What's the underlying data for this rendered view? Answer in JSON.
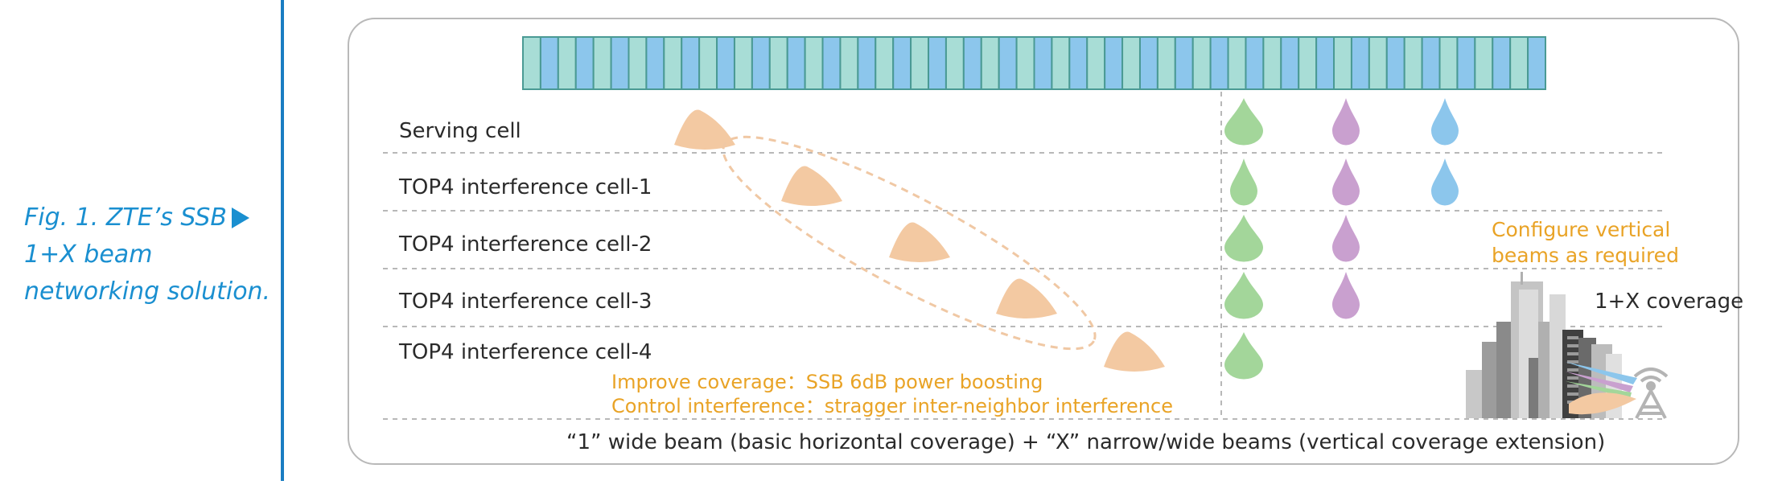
{
  "caption": {
    "lines": [
      "Fig. 1. ZTE’s SSB",
      "1+X beam",
      "networking solution."
    ],
    "accent_color": "#1a8fd0"
  },
  "ssb_bar": {
    "segment_count": 58,
    "colors": [
      "#a8ddd6",
      "#8cc6ec"
    ],
    "border_color": "#4a9a94"
  },
  "rows": [
    {
      "label": "Serving cell",
      "beams": [
        "green",
        "purple",
        "blue"
      ]
    },
    {
      "label": "TOP4 interference cell-1",
      "beams": [
        "green",
        "purple",
        "blue"
      ]
    },
    {
      "label": "TOP4 interference cell-2",
      "beams": [
        "green",
        "purple"
      ]
    },
    {
      "label": "TOP4 interference cell-3",
      "beams": [
        "green",
        "purple"
      ]
    },
    {
      "label": "TOP4 interference cell-4",
      "beams": [
        "green"
      ]
    }
  ],
  "beam_colors": {
    "wide": "#f3c9a2",
    "green": "#a3d69a",
    "purple": "#c9a0cf",
    "blue": "#8cc6ec"
  },
  "notes": {
    "improve_coverage": "Improve coverage：SSB 6dB power boosting",
    "control_interference": "Control interference：stragger  inter-neighbor interference",
    "configure_vertical": [
      "Configure vertical",
      "beams as required"
    ],
    "coverage": "1+X coverage",
    "note_color": "#e9a326"
  },
  "footer": "“1” wide beam (basic horizontal coverage) +  “X” narrow/wide beams (vertical coverage extension)"
}
